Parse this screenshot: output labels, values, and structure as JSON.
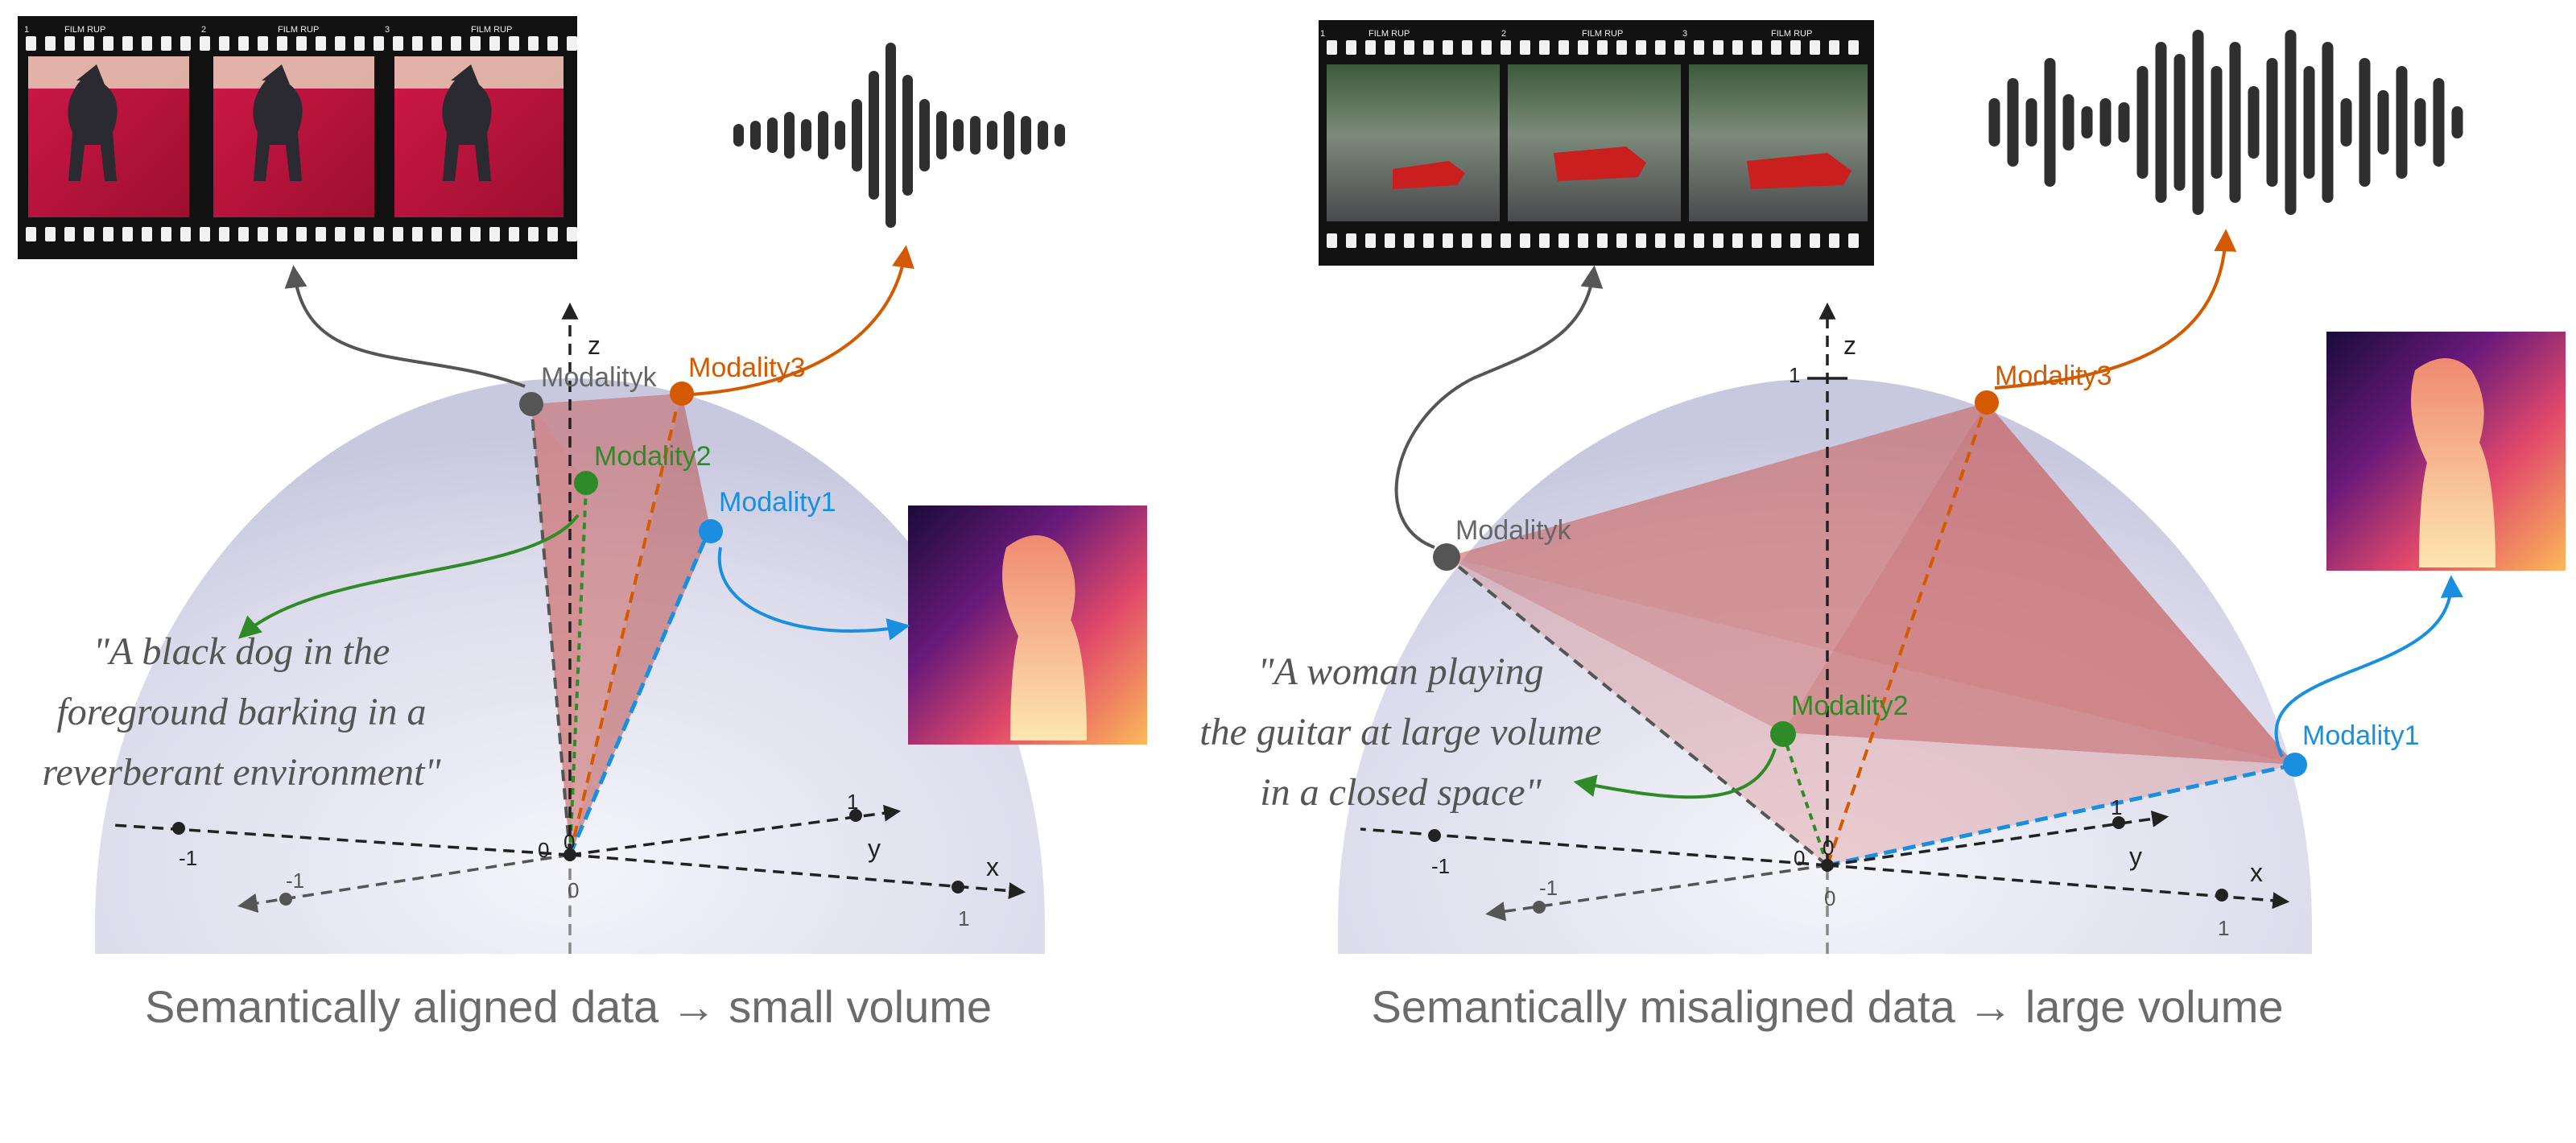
{
  "colors": {
    "modality1": "#1a8fe0",
    "modality2": "#2e8b27",
    "modality3": "#d35a00",
    "modalityk": "#555555",
    "volume_fill": "#c9605f",
    "hemisphere": "#d7d8e9",
    "axis": "#222222",
    "caption": "#6b6b6b"
  },
  "panels": [
    {
      "caption": "Semantically aligned data → small volume",
      "quote": [
        "\"A black dog in the",
        "foreground barking in a",
        "reverberant environment\""
      ],
      "film_labels": [
        "FILM RUP",
        "FILM RUP",
        "FILM RUP"
      ],
      "film_numbers": [
        "1",
        "2",
        "3"
      ],
      "modalities": {
        "modality1": "Modality1",
        "modality2": "Modality2",
        "modality3": "Modality3",
        "modalityk": "Modalityk"
      },
      "axes": {
        "x": "x",
        "y": "y",
        "z": "z"
      },
      "ticks": {
        "x_pos": "1",
        "x_neg": "-1",
        "y_pos": "1",
        "y_neg": "-1",
        "origin": "0",
        "origin_low": "0",
        "z_top": ""
      },
      "icons": [
        "film-strip-dog-icon",
        "audio-waveform-icon",
        "depth-map-icon"
      ]
    },
    {
      "caption": "Semantically misaligned data → large volume",
      "quote": [
        "\"A woman playing",
        "the guitar at large volume",
        "in a closed space\""
      ],
      "film_labels": [
        "FILM RUP",
        "FILM RUP",
        "FILM RUP"
      ],
      "film_numbers": [
        "1",
        "2",
        "3"
      ],
      "modalities": {
        "modality1": "Modality1",
        "modality2": "Modality2",
        "modality3": "Modality3",
        "modalityk": "Modalityk"
      },
      "axes": {
        "x": "x",
        "y": "y",
        "z": "z"
      },
      "ticks": {
        "x_pos": "1",
        "x_neg": "-1",
        "y_pos": "1",
        "y_neg": "-1",
        "origin": "0",
        "origin_low": "0",
        "z_top": "1"
      },
      "icons": [
        "film-strip-racing-icon",
        "audio-waveform-icon",
        "depth-map-icon"
      ]
    }
  ]
}
